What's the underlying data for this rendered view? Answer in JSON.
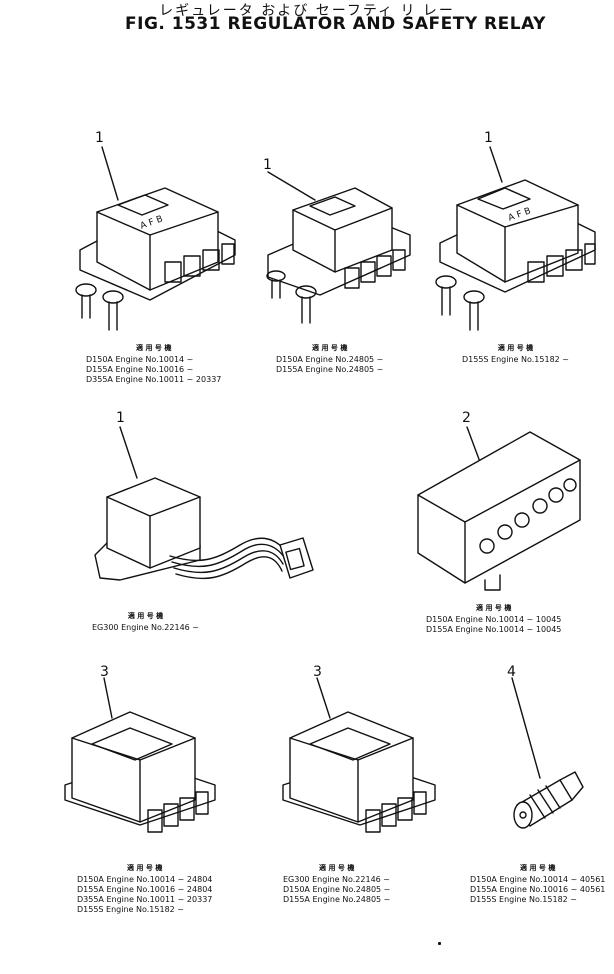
{
  "header": {
    "title_jp": "レギュレータ および セーフティ リ レー",
    "title_en": "FIG. 1531  REGULATOR AND SAFETY RELAY"
  },
  "parts": [
    {
      "callout": "1",
      "caption_header": "適 用 号 機",
      "rows": [
        "D150A  Engine  No.10014 ~",
        "D155A  Engine  No.10016 ~",
        "D355A  Engine  No.10011 ~ 20337"
      ]
    },
    {
      "callout": "1",
      "caption_header": "適 用 号 機",
      "rows": [
        "D150A  Engine  No.24805 ~",
        "D155A  Engine  No.24805 ~"
      ]
    },
    {
      "callout": "1",
      "caption_header": "適 用 号 機",
      "rows": [
        "D155S  Engine  No.15182 ~"
      ]
    },
    {
      "callout": "1",
      "caption_header": "適 用 号 機",
      "rows": [
        "EG300  Engine  No.22146 ~"
      ]
    },
    {
      "callout": "2",
      "caption_header": "適 用 号 機",
      "rows": [
        "D150A  Engine  No.10014 ~ 10045",
        "D155A  Engine  No.10014 ~ 10045"
      ]
    },
    {
      "callout": "3",
      "caption_header": "適 用 号 機",
      "rows": [
        "D150A  Engine  No.10014 ~ 24804",
        "D155A  Engine  No.10016 ~ 24804",
        "D355A  Engine  No.10011 ~ 20337",
        "D155S  Engine  No.15182 ~"
      ]
    },
    {
      "callout": "3",
      "caption_header": "適 用 号 機",
      "rows": [
        "EG300  Engine  No.22146 ~",
        "D150A  Engine  No.24805 ~",
        "D155A  Engine  No.24805 ~"
      ]
    },
    {
      "callout": "4",
      "caption_header": "適 用 号 機",
      "rows": [
        "D150A  Engine  No.10014 ~ 40561",
        "D155A  Engine  No.10016 ~ 40561",
        "D155S  Engine  No.15182 ~"
      ]
    }
  ],
  "box_letters": [
    "A",
    "F",
    "B"
  ]
}
